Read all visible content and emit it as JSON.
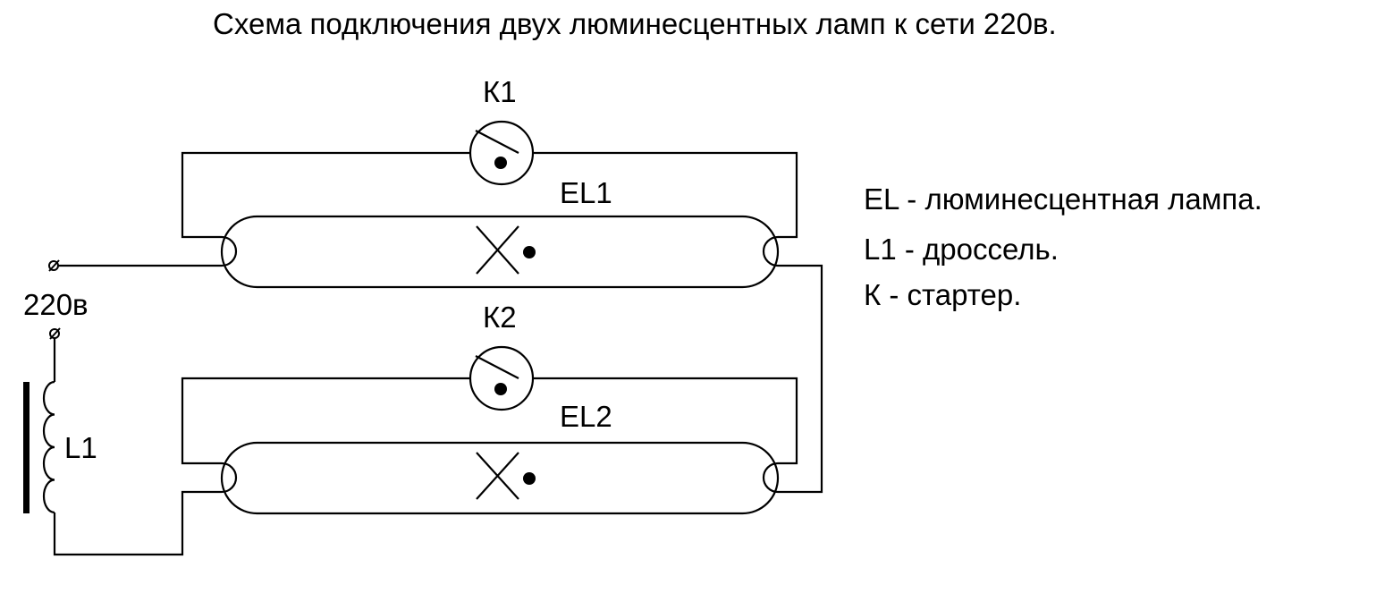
{
  "title": "Схема подключения двух люминесцентных ламп к сети 220в.",
  "labels": {
    "starter_1": "К1",
    "starter_2": "К2",
    "lamp_1": "EL1",
    "lamp_2": "EL2",
    "mains": "220в",
    "choke": "L1"
  },
  "legend": [
    "EL - люминесцентная лампа.",
    "L1 - дроссель.",
    "К - стартер."
  ]
}
